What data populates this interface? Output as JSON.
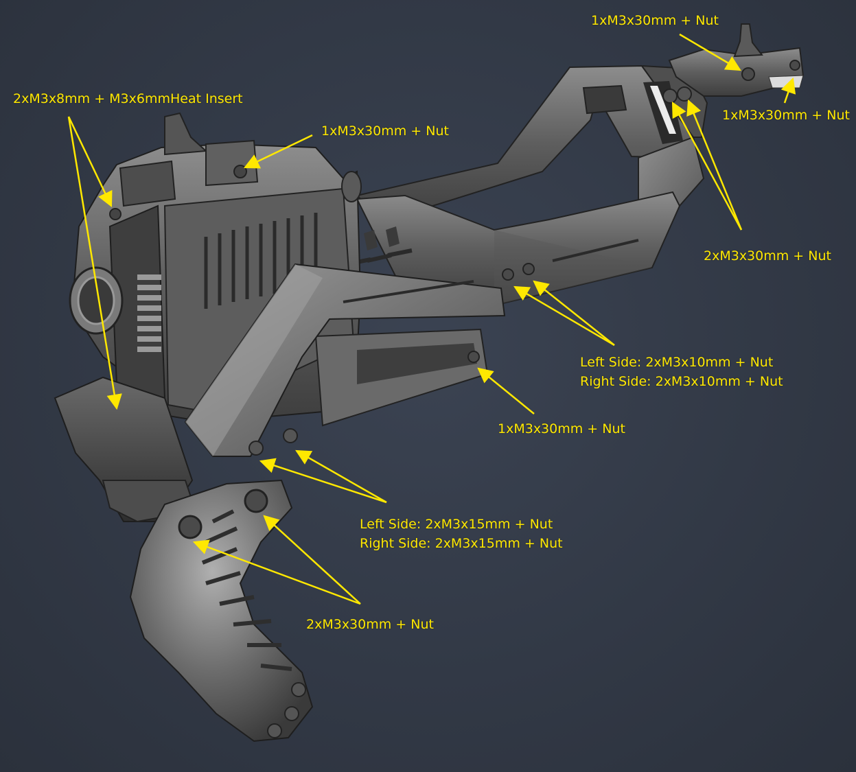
{
  "annotation_color": "#ffe800",
  "background_color": "#333a46",
  "labels": {
    "top_right_upper": "1xM3x30mm + Nut",
    "top_right_lower": "1xM3x30mm + Nut",
    "heat_insert": "2xM3x8mm + M3x6mmHeat Insert",
    "top_sight": "1xM3x30mm + Nut",
    "stock_joint": "2xM3x30mm + Nut",
    "side_10mm_left": "Left Side: 2xM3x10mm + Nut",
    "side_10mm_right": "Right Side: 2xM3x10mm + Nut",
    "rail": "1xM3x30mm + Nut",
    "side_15mm_left": "Left Side: 2xM3x15mm + Nut",
    "side_15mm_right": "Right Side: 2xM3x15mm + Nut",
    "grip": "2xM3x30mm + Nut"
  }
}
